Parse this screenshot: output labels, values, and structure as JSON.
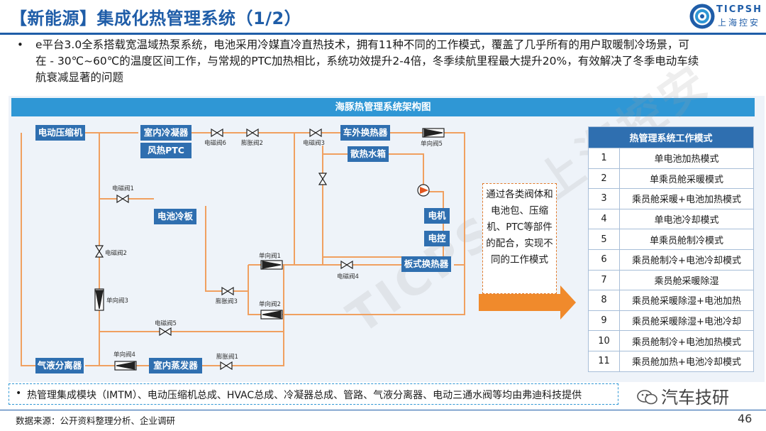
{
  "title": "【新能源】集成化热管理系统（1/2）",
  "logo": {
    "en": "TICPSH",
    "cn": "上海控安"
  },
  "bullet": {
    "line1": "e平台3.0全系搭载宽温域热泵系统，电池采用冷媒直冷直热技术，拥有11种不同的工作模式，覆盖了几乎所有的用户取暖制冷场景，可",
    "line2": "在 - 30℃~60℃的温度区间工作，与常规的PTC加热相比，系统功效提升2-4倍，冬季续航里程最大提升20%，有效解决了冬季电动车续",
    "line3": "航衰减显著的问题"
  },
  "diagram": {
    "header": "海豚热管理系统架构图",
    "nodes": {
      "compressor": "电动压缩机",
      "condenser": "室内冷凝器",
      "ptc": "风热PTC",
      "outer_exchanger": "车外换热器",
      "radiator": "散热水箱",
      "battery_cooler": "电池冷板",
      "motor": "电机",
      "controller": "电控",
      "plate_exchanger": "板式换热器",
      "separator": "气液分离器",
      "evaporator": "室内蒸发器"
    },
    "valves": {
      "sv6": "电磁阀6",
      "ev2": "膨胀阀2",
      "sv3": "电磁阀3",
      "cv5": "单向阀5",
      "sv1": "电磁阀1",
      "sv2": "电磁阀2",
      "cv1": "单向阀1",
      "sv4": "电磁阀4",
      "cv3": "单向阀3",
      "ev3": "膨胀阀3",
      "cv2": "单向阀2",
      "sv5": "电磁阀5",
      "cv4": "单向阀4",
      "ev1": "膨胀阀1"
    },
    "callout": "通过各类阀体和电池包、压缩机、PTC等部件的配合，实现不同的工作模式",
    "watermark": "TICPSH 上海控安"
  },
  "mode_table": {
    "header": "热管理系统工作模式",
    "rows": [
      {
        "num": "1",
        "mode": "单电池加热模式"
      },
      {
        "num": "2",
        "mode": "单乘员舱采暖模式"
      },
      {
        "num": "3",
        "mode": "乘员舱采暖+电池加热模式"
      },
      {
        "num": "4",
        "mode": "单电池冷却模式"
      },
      {
        "num": "5",
        "mode": "单乘员舱制冷模式"
      },
      {
        "num": "6",
        "mode": "乘员舱制冷+电池冷却模式"
      },
      {
        "num": "7",
        "mode": "乘员舱采暖除湿"
      },
      {
        "num": "8",
        "mode": "乘员舱采暖除湿+电池加热"
      },
      {
        "num": "9",
        "mode": "乘员舱采暖除湿+电池冷却"
      },
      {
        "num": "10",
        "mode": "乘员舱制冷+电池加热模式"
      },
      {
        "num": "11",
        "mode": "乘员舱加热+电池冷却模式"
      }
    ]
  },
  "footer": {
    "bullet": "热管理集成模块（IMTM）、电动压缩机总成、HVAC总成、冷凝器总成、管路、气液分离器、电动三通水阀等均由弗迪科技提供",
    "wechat": "汽车技研",
    "source": "数据来源：公开资料整理分析、企业调研",
    "page": "46"
  },
  "colors": {
    "brand": "#1f5da8",
    "node": "#2f6fb0",
    "pipe": "#f0a060",
    "header": "#2f97d5",
    "arrow": "#f08a2c"
  }
}
